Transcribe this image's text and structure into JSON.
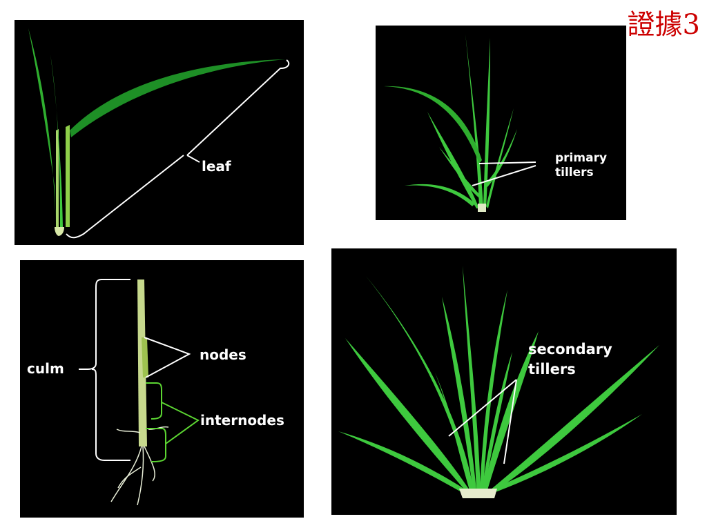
{
  "slide": {
    "title": "證據3",
    "title_color": "#cc0000"
  },
  "colors": {
    "panel_bg": "#000000",
    "plant_green": "#3ec93e",
    "sheath_green": "#bde07a",
    "leader_white": "#ffffff",
    "internode_bracket": "#5cd632"
  },
  "panels": [
    {
      "labels": [
        "leaf"
      ]
    },
    {
      "labels": [
        "primary\ntillers"
      ]
    },
    {
      "labels": [
        "culm",
        "nodes",
        "internodes"
      ]
    },
    {
      "labels": [
        "secondary\ntillers"
      ]
    }
  ]
}
